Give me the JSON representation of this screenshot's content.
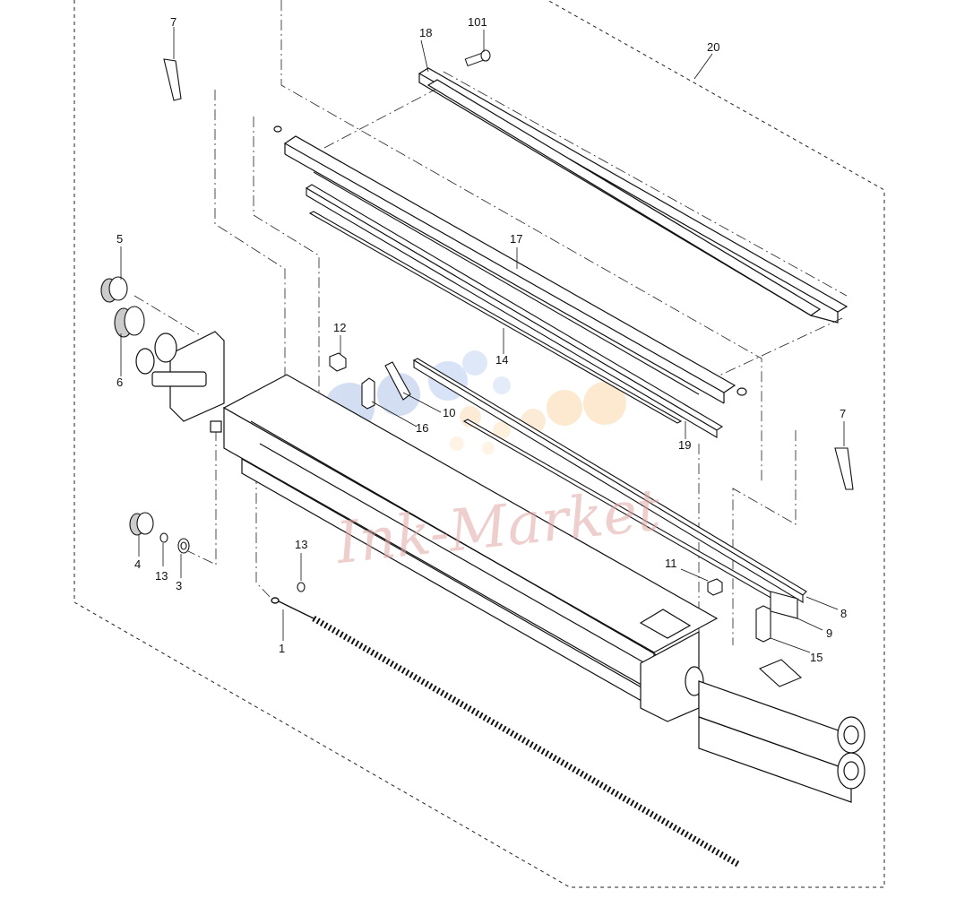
{
  "diagram": {
    "type": "exploded parts diagram",
    "watermark": "Ink-Market",
    "callouts": [
      {
        "id": "c1",
        "text": "1"
      },
      {
        "id": "c3",
        "text": "3"
      },
      {
        "id": "c4",
        "text": "4"
      },
      {
        "id": "c5",
        "text": "5"
      },
      {
        "id": "c6",
        "text": "6"
      },
      {
        "id": "c7a",
        "text": "7"
      },
      {
        "id": "c7b",
        "text": "7"
      },
      {
        "id": "c8",
        "text": "8"
      },
      {
        "id": "c9",
        "text": "9"
      },
      {
        "id": "c10",
        "text": "10"
      },
      {
        "id": "c11",
        "text": "11"
      },
      {
        "id": "c12",
        "text": "12"
      },
      {
        "id": "c13a",
        "text": "13"
      },
      {
        "id": "c13b",
        "text": "13"
      },
      {
        "id": "c14",
        "text": "14"
      },
      {
        "id": "c15",
        "text": "15"
      },
      {
        "id": "c16",
        "text": "16"
      },
      {
        "id": "c17",
        "text": "17"
      },
      {
        "id": "c18",
        "text": "18"
      },
      {
        "id": "c19",
        "text": "19"
      },
      {
        "id": "c20",
        "text": "20"
      },
      {
        "id": "c101",
        "text": "101"
      }
    ]
  }
}
